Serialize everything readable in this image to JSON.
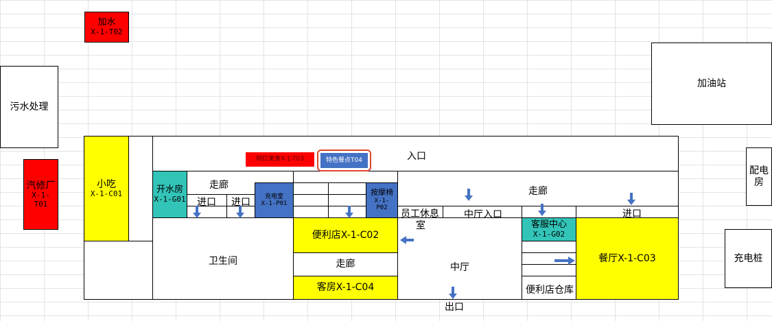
{
  "facilities": {
    "water_add": {
      "name": "加水",
      "code": "X-1-T02"
    },
    "sewage": {
      "name": "污水处理"
    },
    "repair": {
      "name": "汽修厂",
      "code_a": "X-1-",
      "code_b": "T01"
    },
    "gas_station": {
      "name": "加油站"
    },
    "power_room": {
      "name_a": "配电",
      "name_b": "房"
    },
    "charging_pile": {
      "name": "充电桩"
    }
  },
  "building": {
    "snack": {
      "name": "小吃",
      "code": "X-1-C01"
    },
    "entrance": "入口",
    "featured_a": "网红美食X-1-T03",
    "featured_b": "特色餐点T04",
    "water_room": {
      "name": "开水房",
      "code": "X-1-G01"
    },
    "corridor_left": "走廊",
    "entry_1": "进口",
    "entry_2": "进口",
    "charging_room": {
      "name": "充电室",
      "code": "X-1-P01"
    },
    "massage": {
      "name": "按摩椅",
      "code_a": "X-1-",
      "code_b": "P02"
    },
    "corridor_main": "走廊",
    "staff_lounge_a": "员工休息",
    "staff_lounge_b": "室",
    "hall_entrance": "中厅入口",
    "entry_right": "进口",
    "service_center": {
      "name": "客服中心",
      "code": "X-1-G02"
    },
    "convenience_store": "便利店X-1-C02",
    "corridor_mid": "走廊",
    "guest_room": "客房X-1-C04",
    "restroom": "卫生间",
    "middle_hall": "中厅",
    "store_warehouse": "便利店仓库",
    "restaurant": "餐厅X-1-C03",
    "exit": "出口"
  },
  "colors": {
    "red": "#ff0000",
    "yellow": "#ffff00",
    "teal": "#33c4b8",
    "blue": "#4472c4",
    "arrow": "#4472c4",
    "highlight_border": "#e0452c"
  }
}
